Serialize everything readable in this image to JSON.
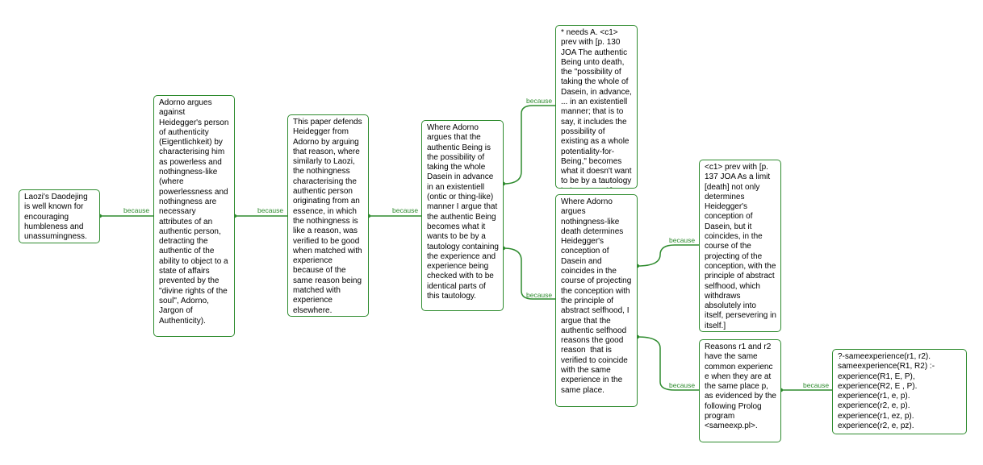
{
  "accent_color": "#2e8b2e",
  "connector_label": "because",
  "nodes": {
    "n1": "Laozi's Daodejing is well known for encouraging humbleness and unassumingness.",
    "n2": "Adorno argues against Heidegger's person of authenticity (Eigentlichkeit) by characterising him as powerless and nothingness-like (where powerlessness and nothingness are necessary attributes of an authentic person, detracting the authentic of the ability to object to a state of affairs prevented by the \"divine rights of the soul\", Adorno, Jargon of Authenticity).",
    "n3": "This paper defends Heidegger from Adorno by arguing that reason, where similarly to Laozi, the nothingness characterising the authentic person originating from an essence, in which the nothingness is like a reason, was verified to be good when matched with experience because of the same reason being matched with experience elsewhere.",
    "n4": "Where Adorno argues that the authentic Being is the possibility of taking the whole Dasein in advance in an existentiell (ontic or thing-like) manner I argue that the authentic Being becomes what it wants to be by a tautology containing the experience and experience being checked with to be identical parts of this tautology.",
    "n5": "* needs A. <c1> prev with [p. 130 JOA The authentic Being unto death, the \"possibility of taking the whole of Dasein, in advance, ... in an existentiell manner; that is to say, it includes the possibility of existing as a whole potentiality-for-Being,\" becomes what it doesn't want to be by a tautology being uttered.]",
    "n6": "Where Adorno argues nothingness-like death determines Heidegger's conception of Dasein and coincides in the course of projecting the conception with the principle of abstract selfhood, I argue that the authentic selfhood reasons the good reason  that is verified to coincide with the same experience in the same place.",
    "n7": "<c1> prev with [p. 137 JOA As a limit [death] not only determines Heidegger's conception of Dasein, but it coincides, in the course of the projecting of the conception, with the principle of abstract selfhood, which withdraws absolutely into itself, persevering in itself.]",
    "n8": "Reasons r1 and r2 have the same common experienc e when they are at the same place p, as evidenced by the following Prolog program <sameexp.pl>.",
    "n9": "?-sameexperience(r1, r2).\nsameexperience(R1, R2) :-\nexperience(R1, E, P),\nexperience(R2, E , P).\nexperience(r1, e, p).\nexperience(r2, e, p).\nexperience(r1, ez, p).\nexperience(r2, e, pz)."
  }
}
